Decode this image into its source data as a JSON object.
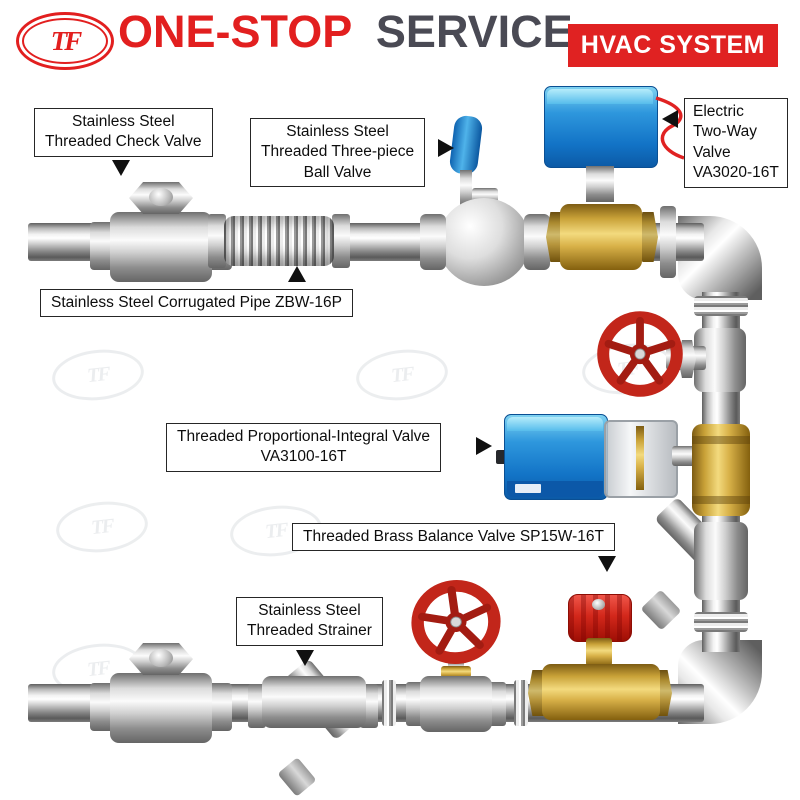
{
  "header": {
    "logo_text": "TF",
    "title_primary": "ONE-STOP",
    "title_secondary": "SERVICE",
    "badge": "HVAC SYSTEM"
  },
  "watermark_text": "TF",
  "callouts": {
    "check_valve": {
      "line1": "Stainless Steel",
      "line2": "Threaded Check Valve"
    },
    "ball_valve": {
      "line1": "Stainless Steel",
      "line2": "Threaded Three-piece",
      "line3": "Ball Valve"
    },
    "electric_valve": {
      "line1": "Electric",
      "line2": "Two-Way",
      "line3": "Valve",
      "line4": "VA3020-16T"
    },
    "corrugated_pipe": {
      "line1": "Stainless Steel Corrugated Pipe ZBW-16P"
    },
    "pi_valve": {
      "line1": "Threaded Proportional-Integral Valve",
      "line2": "VA3100-16T"
    },
    "balance_valve": {
      "line1": "Threaded Brass Balance Valve SP15W-16T"
    },
    "strainer": {
      "line1": "Stainless Steel",
      "line2": "Threaded Strainer"
    }
  },
  "colors": {
    "brand_red": "#e21f1f",
    "badge_red": "#e02222",
    "actuator_blue": "#1273c6",
    "handwheel_red": "#c2261a",
    "brass": "#d8b148"
  }
}
